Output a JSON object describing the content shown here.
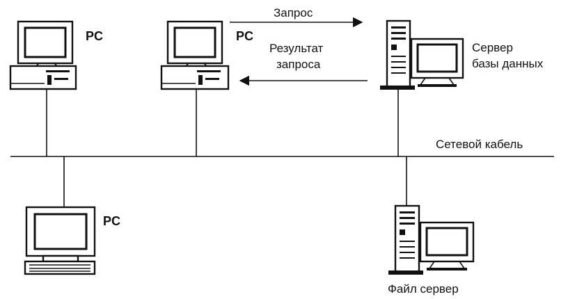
{
  "nodes": {
    "pc1": {
      "label": "PC"
    },
    "pc2": {
      "label": "PC"
    },
    "pc3": {
      "label": "PC"
    },
    "db_server": {
      "label_line1": "Сервер",
      "label_line2": "базы данных"
    },
    "file_server": {
      "label": "Файл сервер"
    }
  },
  "flows": {
    "request": {
      "label": "Запрос"
    },
    "result": {
      "label_line1": "Результат",
      "label_line2": "запроса"
    }
  },
  "network": {
    "label": "Сетевой кабель"
  },
  "icons": {
    "pc": "desktop-computer-icon",
    "server": "tower-server-icon"
  }
}
